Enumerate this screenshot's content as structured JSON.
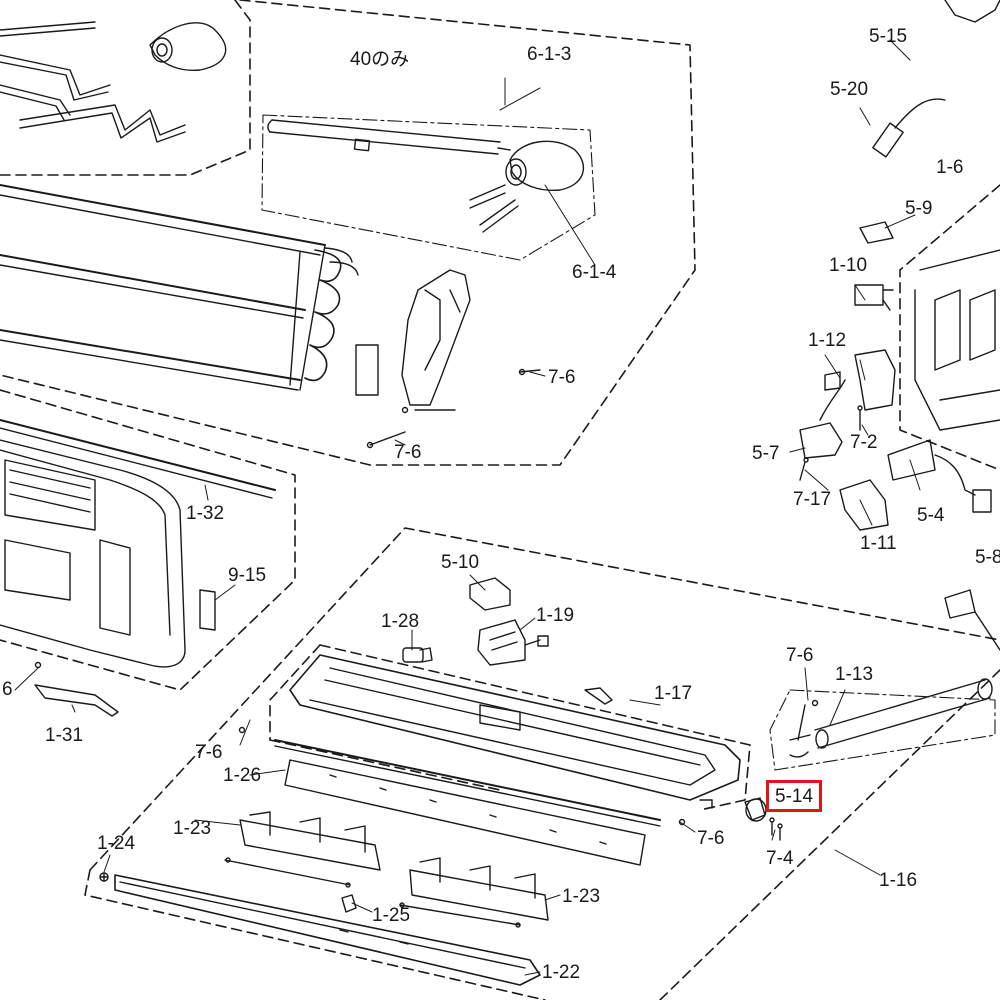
{
  "diagram": {
    "note": "40のみ",
    "highlight_color": "#e0151b",
    "highlighted_part": "5-14",
    "labels": {
      "p6_1_3": "6-1-3",
      "p6_1_4": "6-1-4",
      "p7_6_a": "7-6",
      "p7_6_b": "7-6",
      "p1_32": "1-32",
      "p9_15": "9-15",
      "p6_left": "6",
      "p1_31": "1-31",
      "p5_15": "5-15",
      "p5_20": "5-20",
      "p1_6": "1-6",
      "p5_9": "5-9",
      "p1_10": "1-10",
      "p1_12": "1-12",
      "p5_7": "5-7",
      "p7_2": "7-2",
      "p7_17": "7-17",
      "p5_4": "5-4",
      "p1_11": "1-11",
      "p5_8": "5-8",
      "p5_10": "5-10",
      "p1_19": "1-19",
      "p1_28": "1-28",
      "p7_6_c": "7-6",
      "p1_13": "1-13",
      "p1_17": "1-17",
      "p7_6_d": "7-6",
      "p1_26": "1-26",
      "p1_23_a": "1-23",
      "p5_14": "5-14",
      "p7_6_e": "7-6",
      "p7_4": "7-4",
      "p1_16": "1-16",
      "p1_24": "1-24",
      "p1_23_b": "1-23",
      "p1_25": "1-25",
      "p1_22": "1-22"
    }
  }
}
